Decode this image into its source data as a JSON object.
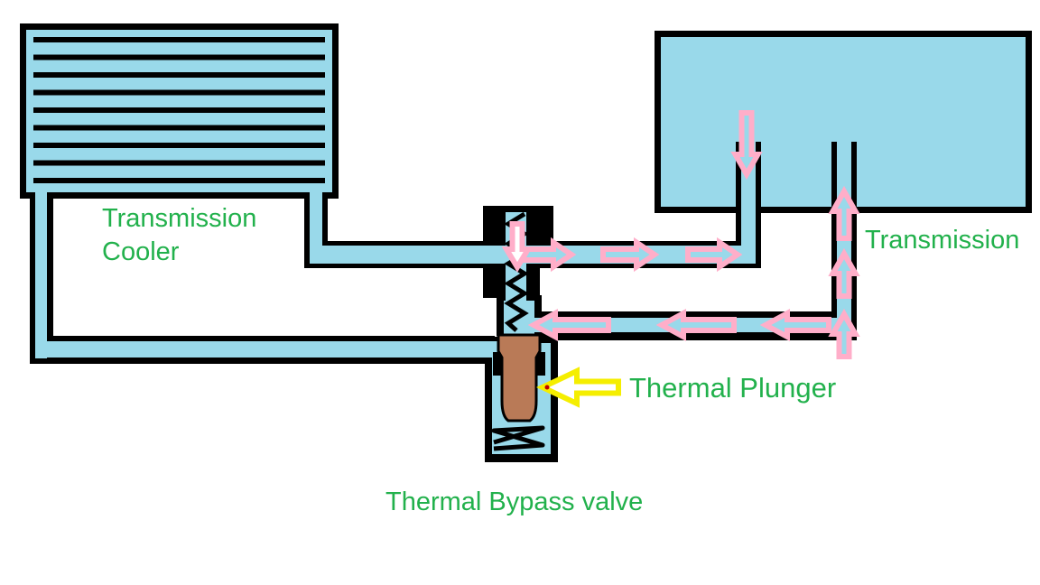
{
  "diagram": {
    "labels": {
      "cooler_line1": "Transmission",
      "cooler_line2": "Cooler",
      "transmission": "Transmission",
      "plunger": "Thermal Plunger",
      "valve_title": "Thermal Bypass valve"
    },
    "colors": {
      "background": "#FFFFFF",
      "outline": "#000000",
      "fluid_blue": "#99D9EA",
      "label_green": "#22B14C",
      "flow_pink": "#FFAEC9",
      "plunger_brown": "#B97A57",
      "pointer_yellow": "#F5EE00",
      "pointer_tip_red": "#C00000",
      "arrow_core_white": "#FFFFFF"
    },
    "icons": {
      "flow_arrows": "pink outlined block arrows showing oil flow direction",
      "pointer_arrow": "yellow left-pointing block arrow indicating the thermal plunger",
      "springs": "black zigzag valve springs"
    }
  }
}
